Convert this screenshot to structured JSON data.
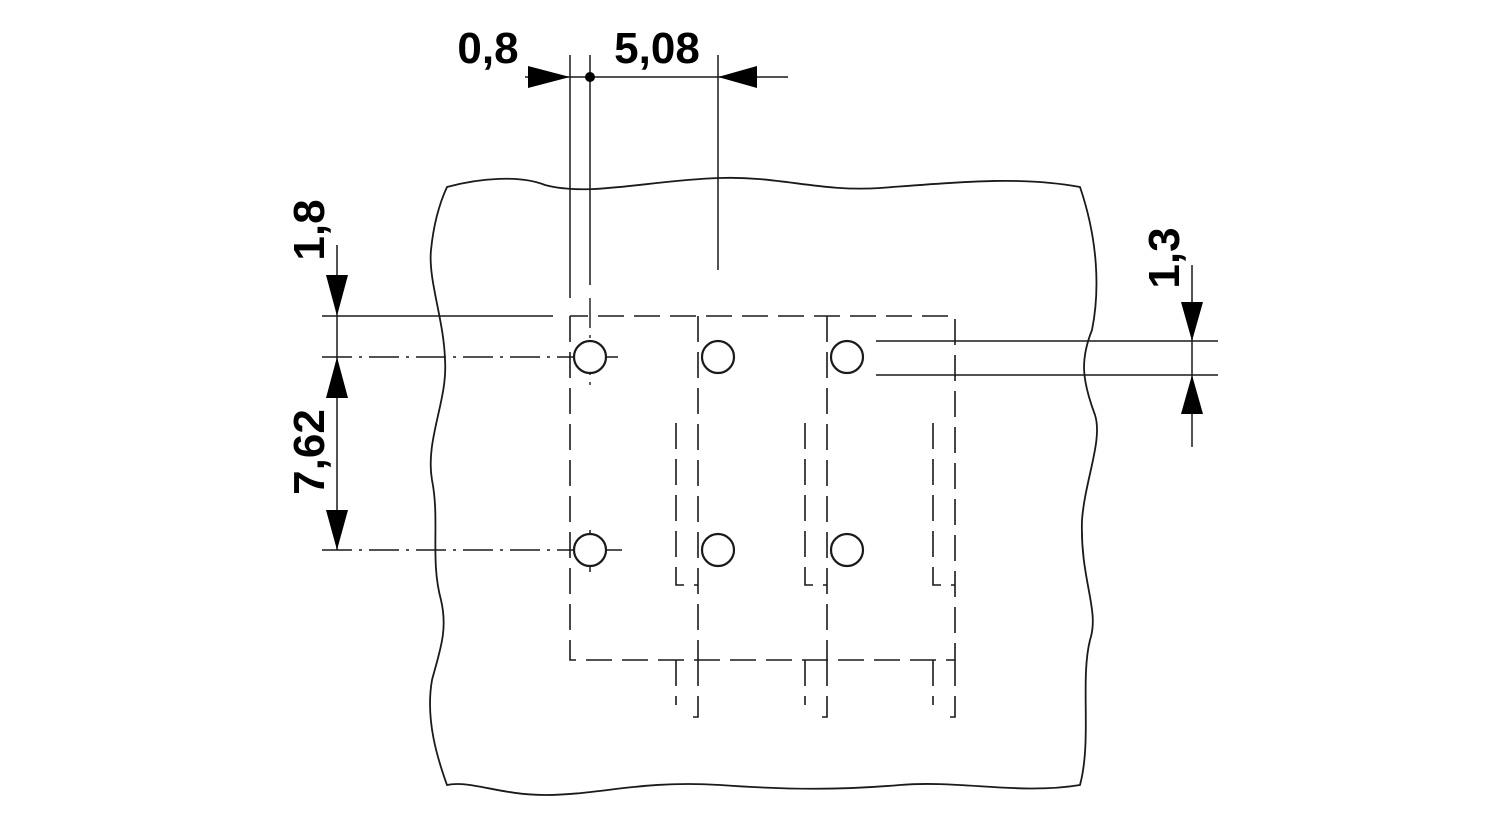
{
  "dimensions": {
    "pin_offset": "0,8",
    "pitch": "5,08",
    "edge_offset": "1,8",
    "row_pitch": "7,62",
    "hole_diameter": "1,3"
  },
  "colors": {
    "line": "#1a1a1a",
    "text": "#000000",
    "background": "#ffffff"
  }
}
